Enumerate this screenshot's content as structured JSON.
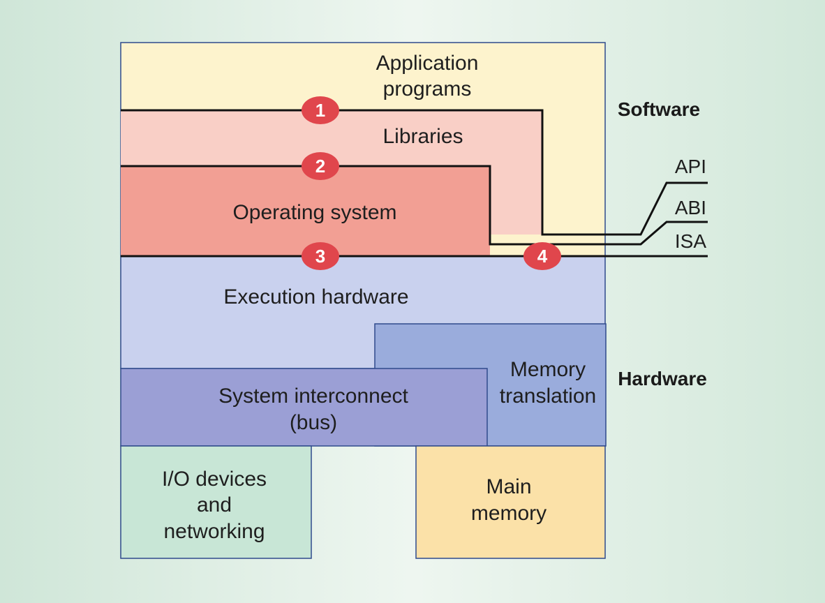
{
  "blocks": {
    "application": {
      "lines": [
        "Application",
        "programs"
      ],
      "color": "#fdf3cd"
    },
    "libraries": {
      "label": "Libraries",
      "color": "#f9cfc6"
    },
    "operating_system": {
      "label": "Operating system",
      "color": "#f29f94"
    },
    "execution_hardware": {
      "label": "Execution hardware",
      "color": "#c9d1ee"
    },
    "memory_translation": {
      "lines": [
        "Memory",
        "translation"
      ],
      "color": "#9aacdc"
    },
    "system_interconnect": {
      "lines": [
        "System interconnect",
        "(bus)"
      ],
      "color": "#9b9fd5"
    },
    "io_devices": {
      "lines": [
        "I/O devices",
        "and",
        "networking"
      ],
      "color": "#c8e6d6"
    },
    "main_memory": {
      "lines": [
        "Main",
        "memory"
      ],
      "color": "#fbe1a8"
    }
  },
  "side_labels": {
    "software": "Software",
    "hardware": "Hardware"
  },
  "interfaces": {
    "api": "API",
    "abi": "ABI",
    "isa": "ISA"
  },
  "markers": [
    "1",
    "2",
    "3",
    "4"
  ],
  "colors": {
    "marker": "#e0464c",
    "line": "#111111",
    "border": "#2f4a8c"
  }
}
